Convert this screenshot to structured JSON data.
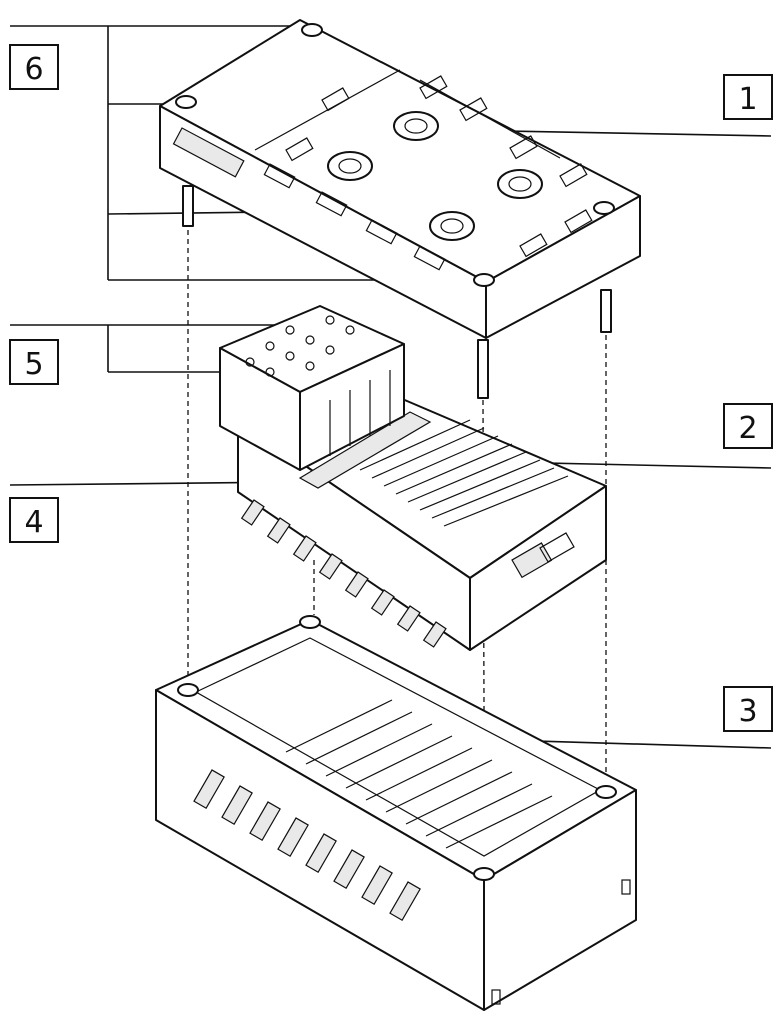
{
  "callouts": [
    {
      "id": "1",
      "label": "1"
    },
    {
      "id": "2",
      "label": "2"
    },
    {
      "id": "3",
      "label": "3"
    },
    {
      "id": "4",
      "label": "4"
    },
    {
      "id": "5",
      "label": "5"
    },
    {
      "id": "6",
      "label": "6"
    }
  ],
  "colors": {
    "line": "#111111",
    "background": "#ffffff",
    "shade": "#e9e9e9"
  }
}
